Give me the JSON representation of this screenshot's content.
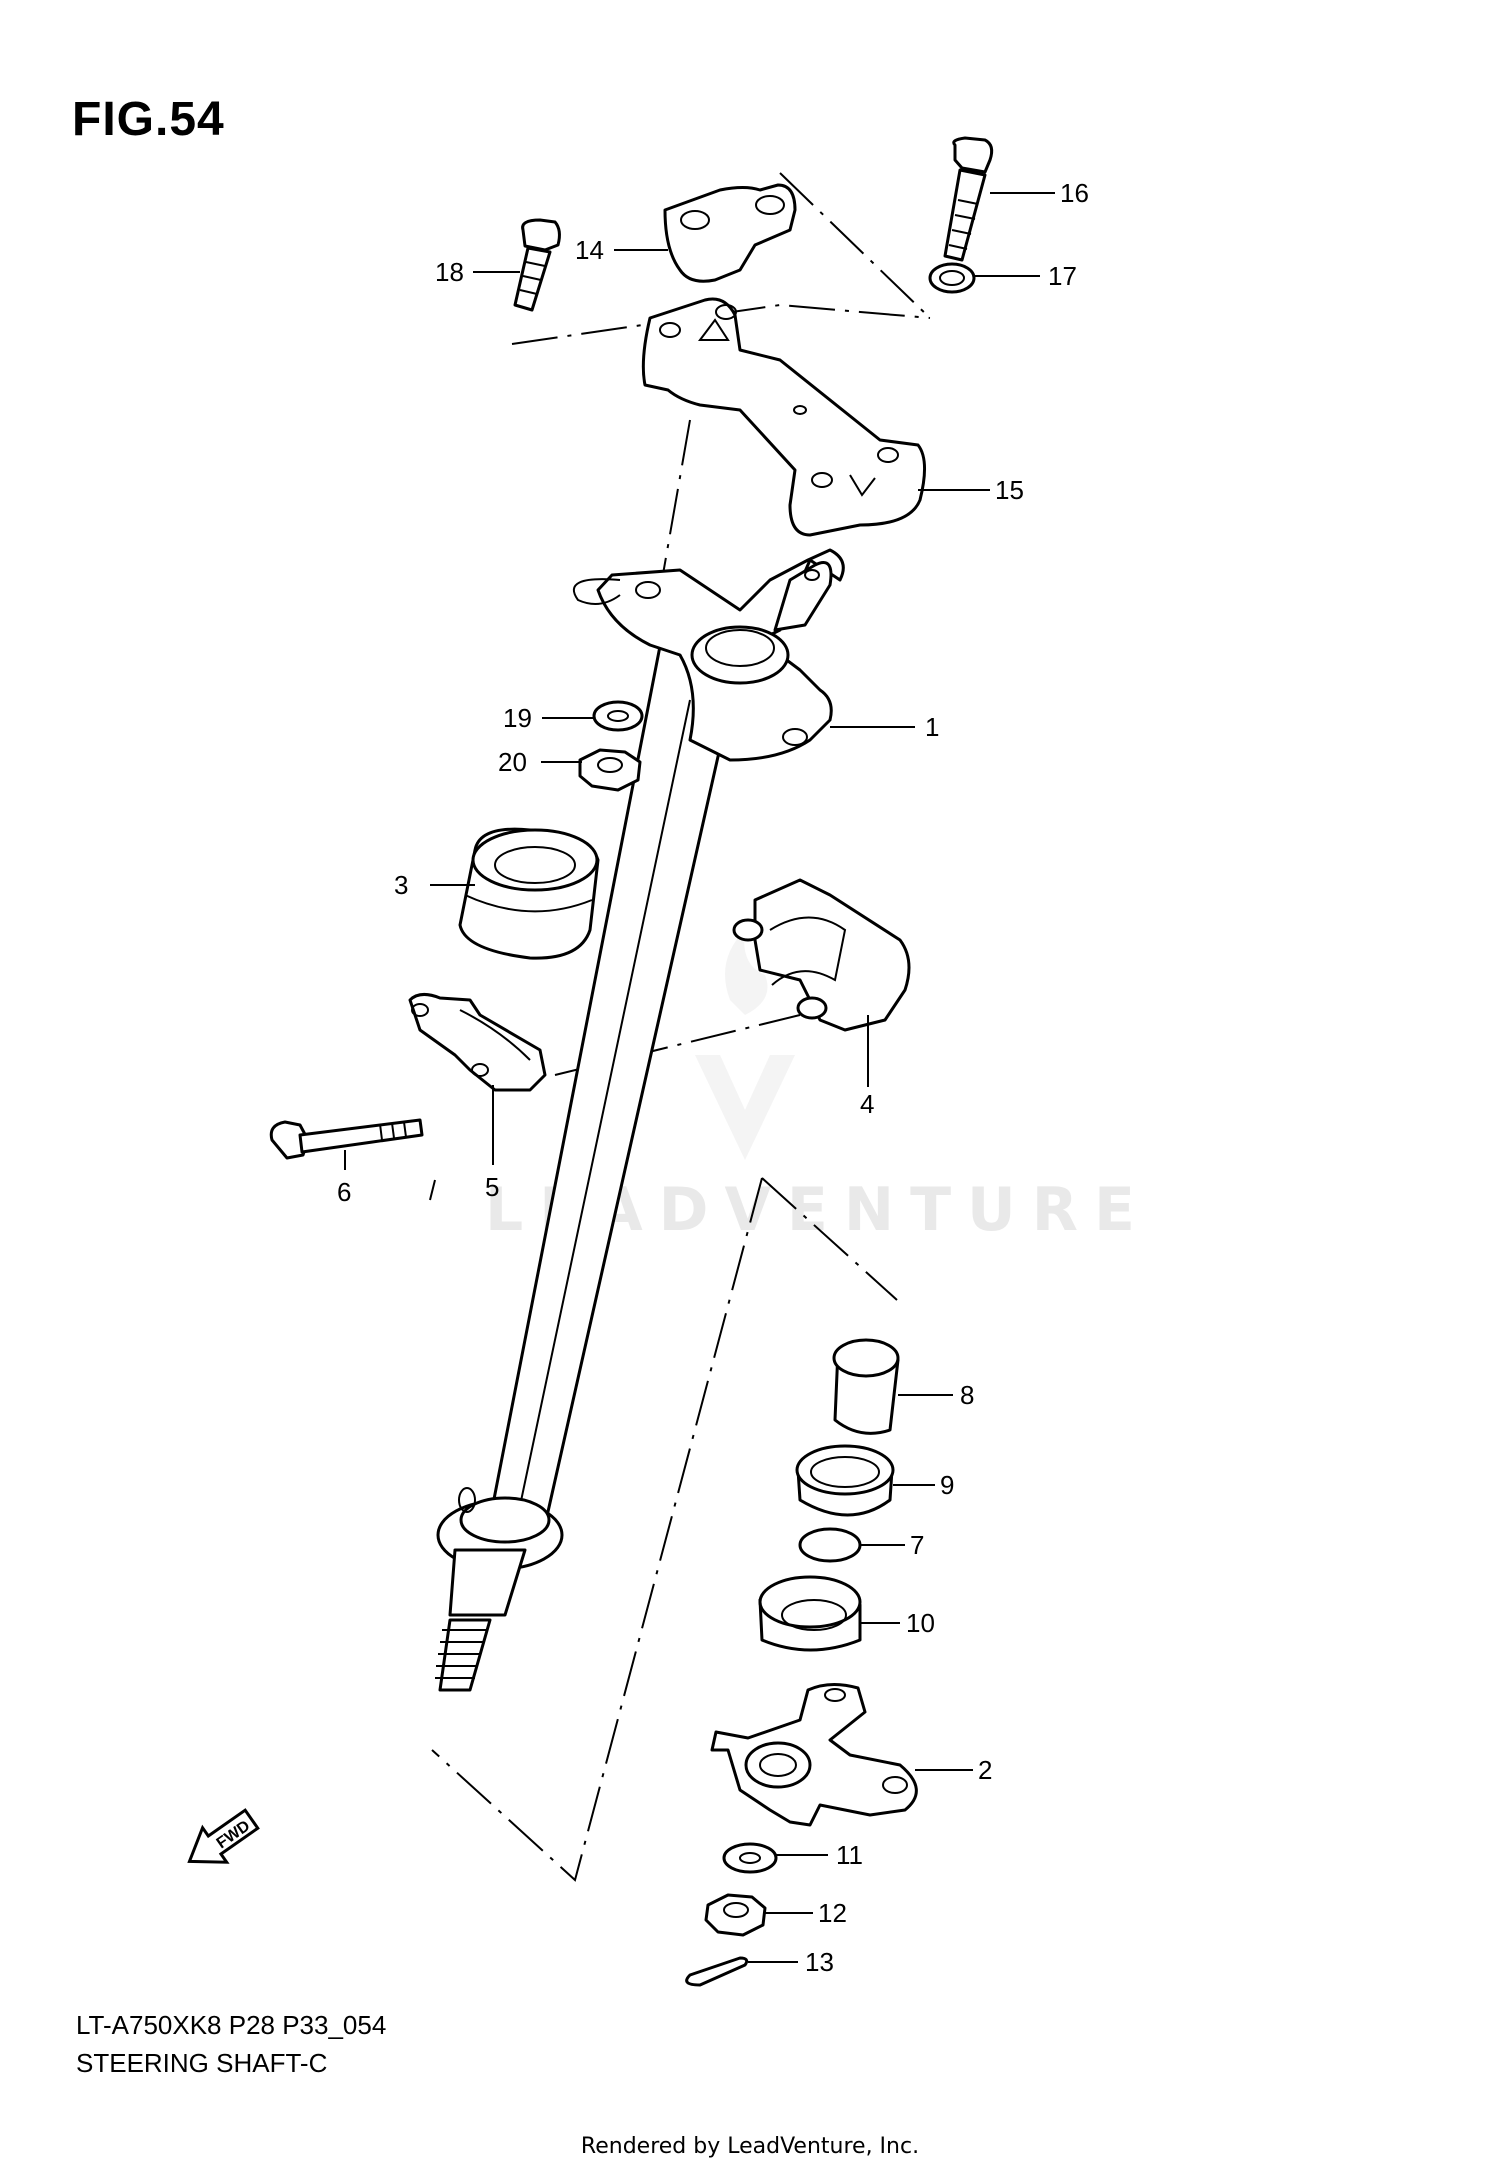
{
  "figure": {
    "title": "FIG.54",
    "model_code": "LT-A750XK8 P28 P33_054",
    "name": "STEERING SHAFT-C"
  },
  "callouts": {
    "c1": "1",
    "c2": "2",
    "c3": "3",
    "c4": "4",
    "c5": "5",
    "c6": "6",
    "c7": "7",
    "c8": "8",
    "c9": "9",
    "c10": "10",
    "c11": "11",
    "c12": "12",
    "c13": "13",
    "c14": "14",
    "c15": "15",
    "c16": "16",
    "c17": "17",
    "c18": "18",
    "c19": "19",
    "c20": "20"
  },
  "fwd_label": "FWD",
  "watermark": "LEADVENTURE",
  "footer": "Rendered by LeadVenture, Inc."
}
